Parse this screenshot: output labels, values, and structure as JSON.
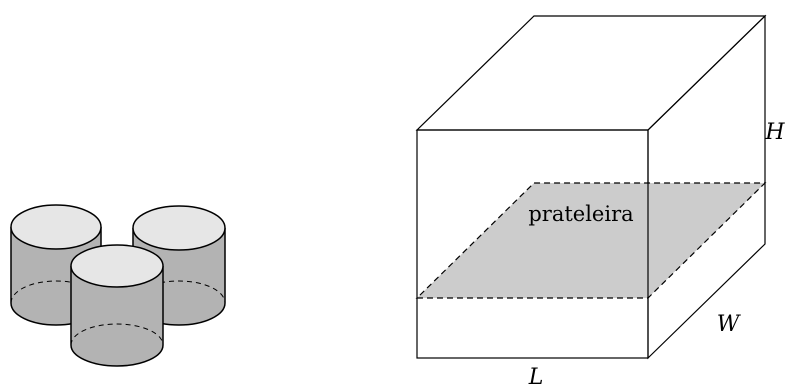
{
  "labels": {
    "height": "H",
    "width": "W",
    "length": "L",
    "shelf": "prateleira"
  },
  "colors": {
    "stroke": "#000000",
    "cylinder_body": "#b3b3b3",
    "cylinder_top": "#e6e6e6",
    "shelf_fill": "#cccccc",
    "background": "#ffffff"
  }
}
